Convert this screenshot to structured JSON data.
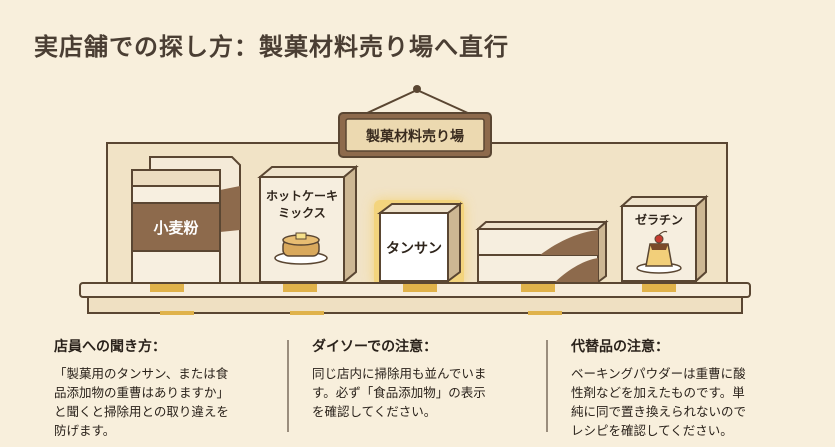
{
  "title": "実店舗での探し方：製菓材料売り場へ直行",
  "sign": {
    "text": "製菓材料売り場"
  },
  "shelf_items": [
    {
      "name": "flour-bag",
      "label": "小麦粉"
    },
    {
      "name": "pancake-mix-box",
      "label_line1": "ホットケーキ",
      "label_line2": "ミックス"
    },
    {
      "name": "tansan-box",
      "label": "タンサン"
    },
    {
      "name": "gelatin-box",
      "label": "ゼラチン"
    }
  ],
  "tips": [
    {
      "heading": "店員への聞き方：",
      "lines": [
        "「製菓用のタンサン、または食",
        "品添加物の重曹はありますか」",
        "と聞くと掃除用との取り違えを",
        "防げます。"
      ]
    },
    {
      "heading": "ダイソーでの注意：",
      "lines": [
        "同じ店内に掃除用も並んでいま",
        "す。必ず「食品添加物」の表示",
        "を確認してください。"
      ]
    },
    {
      "heading": "代替品の注意：",
      "lines": [
        "ベーキングパウダーは重曹に酸",
        "性剤などを加えたものです。単",
        "純に同で置き換えられないので",
        "レシピを確認してください。"
      ]
    }
  ],
  "colors": {
    "background": "#f8efdc",
    "shelf_back": "#f1e3c6",
    "shelf_board": "#f6ecda",
    "outline": "#5a4632",
    "sign_bg": "#ecd9b0",
    "accent_brown": "#8d6a4c",
    "glow": "#f5c842"
  }
}
